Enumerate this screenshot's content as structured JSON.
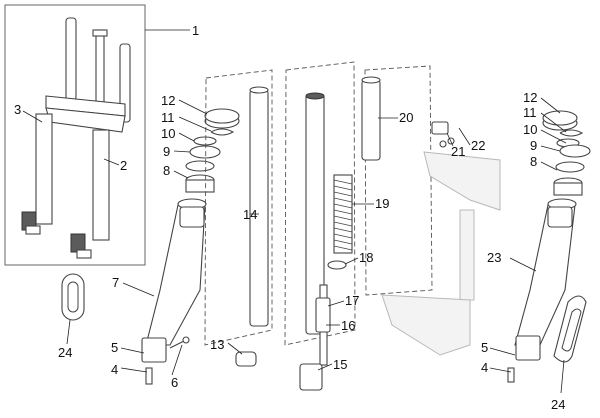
{
  "callouts": {
    "c1": "1",
    "c2": "2",
    "c3": "3",
    "c4": "4",
    "c5": "5",
    "c6": "6",
    "c7": "7",
    "c8": "8",
    "c9": "9",
    "c10": "10",
    "c11": "11",
    "c12": "12",
    "c13": "13",
    "c14": "14",
    "c15": "15",
    "c16": "16",
    "c17": "17",
    "c18": "18",
    "c19": "19",
    "c20": "20",
    "c21": "21",
    "c22": "22",
    "c23": "23",
    "c4b": "4",
    "c5b": "5",
    "c8b": "8",
    "c9b": "9",
    "c10b": "10",
    "c11b": "11",
    "c12b": "12",
    "c24": "24",
    "c24b": "24"
  }
}
